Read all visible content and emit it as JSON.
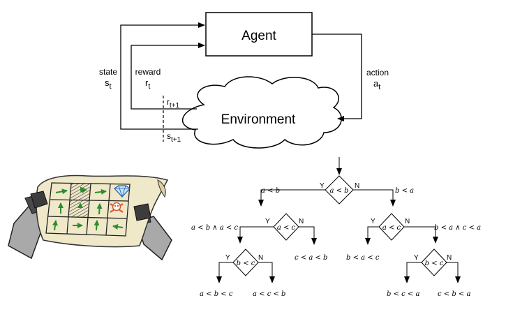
{
  "rl_loop": {
    "agent": "Agent",
    "environment": "Environment",
    "state_label": "state",
    "state_symbol": "s",
    "state_sub": "t",
    "reward_label": "reward",
    "reward_symbol": "r",
    "reward_sub": "t",
    "action_label": "action",
    "action_symbol": "a",
    "action_sub": "t",
    "next_reward_symbol": "r",
    "next_reward_sub": "t+1",
    "next_state_symbol": "s",
    "next_state_sub": "t+1"
  },
  "robot_map": {
    "arrow_color": "#2e8b2e",
    "icons": [
      "diamond-icon",
      "skull-crossbones-icon"
    ]
  },
  "decision_tree": {
    "yes": "Y",
    "no": "N",
    "root": {
      "test": "a < b",
      "left_edge": "a < b",
      "right_edge": "b < a"
    },
    "left_node": {
      "test": "a < c",
      "left_edge": "a < b ∧ a < c",
      "right_leaf": "c < a < b"
    },
    "right_node": {
      "test": "a < c",
      "left_leaf": "b < a < c",
      "right_edge": "b < a ∧ c < a"
    },
    "left_left_node": {
      "test": "b < c",
      "left_leaf": "a < b < c",
      "right_leaf": "a < c < b"
    },
    "right_right_node": {
      "test": "b < c",
      "left_leaf": "b < c < a",
      "right_leaf": "c < b < a"
    }
  }
}
